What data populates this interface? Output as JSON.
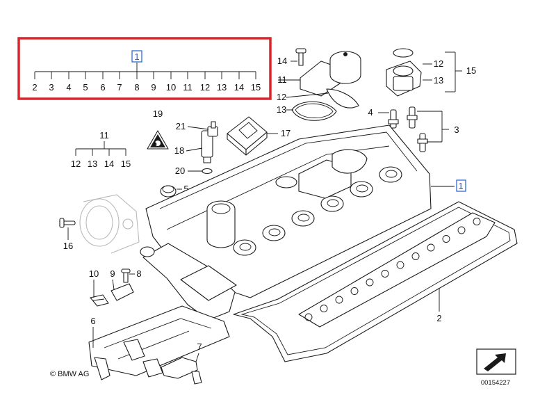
{
  "diagram": {
    "highlight_color": "#d6262d",
    "selected_color": "#1f5fd6",
    "copyright": "© BMW AG",
    "figure_number": "00154227",
    "legend": {
      "root": "1",
      "items": [
        "2",
        "3",
        "4",
        "5",
        "6",
        "7",
        "8",
        "9",
        "10",
        "11",
        "12",
        "13",
        "14",
        "15"
      ]
    },
    "group_11": {
      "root": "11",
      "items": [
        "12",
        "13",
        "14",
        "15"
      ]
    },
    "callouts": {
      "c1": "1",
      "c2": "2",
      "c3": "3",
      "c4": "4",
      "c5": "5",
      "c6": "6",
      "c7": "7",
      "c8": "8",
      "c9": "9",
      "c10": "10",
      "c11": "11",
      "c12a": "12",
      "c12b": "12",
      "c13a": "13",
      "c13b": "13",
      "c14": "14",
      "c15": "15",
      "c16": "16",
      "c17": "17",
      "c18": "18",
      "c19": "19",
      "c20": "20",
      "c21": "21"
    }
  }
}
